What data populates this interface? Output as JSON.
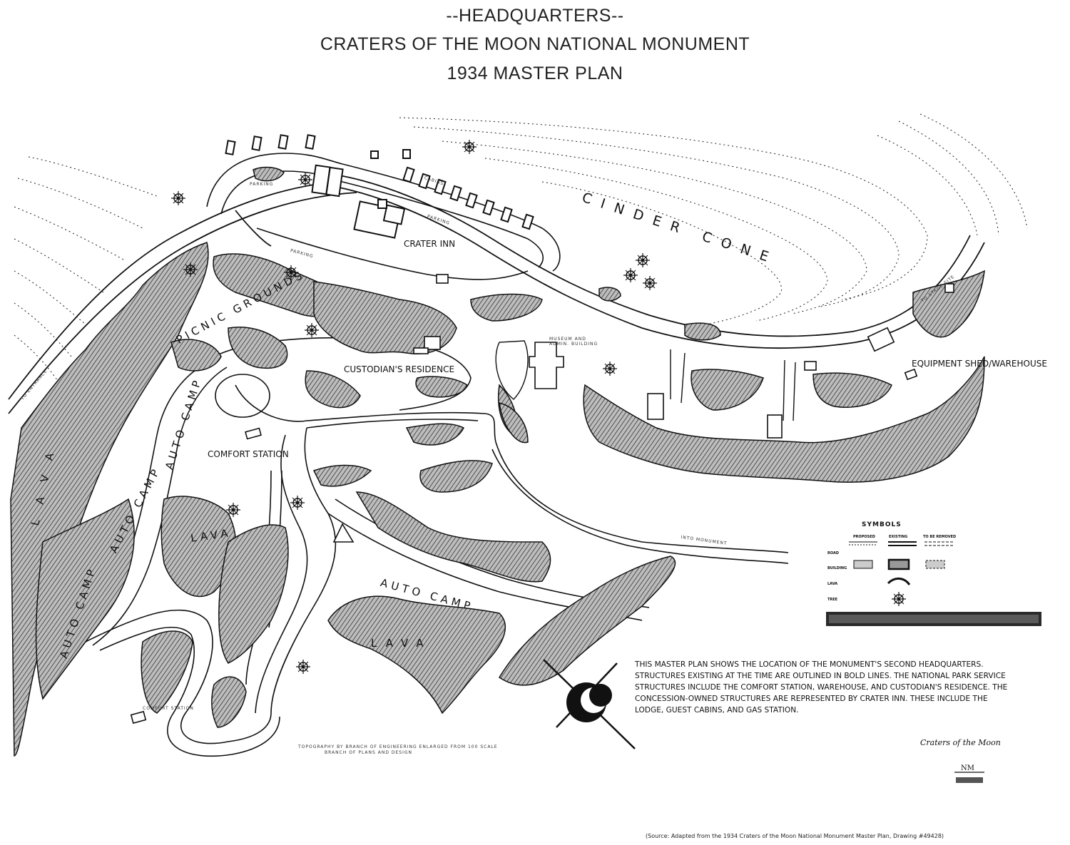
{
  "title": {
    "line1": "--HEADQUARTERS--",
    "line2": "CRATERS OF THE MOON NATIONAL MONUMENT",
    "line3": "1934 MASTER PLAN"
  },
  "map_labels": {
    "cinder_cone": "CINDER CONE",
    "crater_inn": "CRATER INN",
    "custodians_residence": "CUSTODIAN'S RESIDENCE",
    "comfort_station": "COMFORT STATION",
    "equipment_shed": "EQUIPMENT SHED/WAREHOUSE",
    "picnic_grounds": "PICNIC GROUNDS",
    "lava_west": "LAVA",
    "lava_center": "LAVA",
    "lava_south": "LAVA",
    "auto_camp_1": "AUTO CAMP",
    "auto_camp_2": "AUTO CAMP",
    "auto_camp_3": "AUTO CAMP",
    "auto_camp_4": "AUTO CAMP",
    "cabins": "CABINS",
    "parking_1": "PARKING",
    "parking_2": "PARKING",
    "parking_3": "PARKING",
    "to_entrance": "TO ENTRANCE",
    "into_monument": "INTO MONUMENT",
    "to_stage_site": "TO STAGE SITE",
    "museum": "MUSEUM AND ADMIN. BUILDING",
    "comfort_station_small": "COMFORT STATION",
    "topography_note": "TOPOGRAPHY BY BRANCH OF ENGINEERING   ENLARGED FROM 100 SCALE",
    "topography_note2": "BRANCH OF PLANS AND DESIGN"
  },
  "legend": {
    "title": "SYMBOLS",
    "columns": [
      "PROPOSED",
      "EXISTING",
      "TO BE REMOVED"
    ],
    "rows": [
      "ROAD",
      "BUILDING",
      "LAVA",
      "TREE"
    ]
  },
  "description": [
    "THIS MASTER PLAN SHOWS THE LOCATION OF THE MONUMENT'S SECOND HEADQUARTERS.",
    "STRUCTURES EXISTING AT THE TIME ARE OUTLINED IN BOLD LINES.  THE NATIONAL PARK SERVICE",
    "STRUCTURES INCLUDE THE COMFORT STATION, WAREHOUSE, AND CUSTODIAN'S RESIDENCE.  THE",
    "CONCESSION-OWNED STRUCTURES ARE REPRESENTED BY CRATER INN.  THESE INCLUDE THE",
    "LODGE, GUEST CABINS,  AND GAS STATION."
  ],
  "signature": "Craters of the Moon",
  "stamp": "NM",
  "source": "(Source: Adapted from the 1934 Craters of the Moon National Monument Master Plan, Drawing #49428)",
  "colors": {
    "ink": "#111111",
    "paper": "#ffffff",
    "lava_fill": "#9a9a9a"
  },
  "icons": [
    "tree-icon",
    "north-arrow-icon",
    "crescent-moon-icon"
  ]
}
